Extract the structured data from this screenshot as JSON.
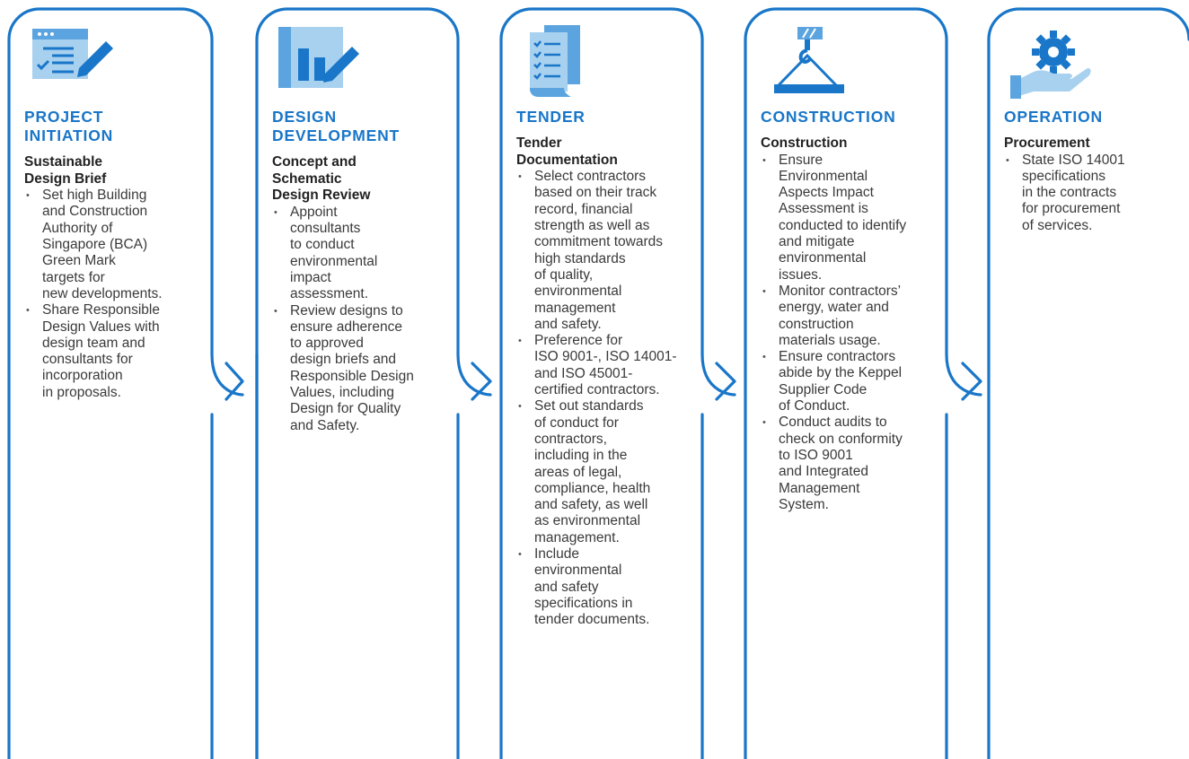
{
  "colors": {
    "accent": "#1976c8",
    "icon_light": "#a8d0ef",
    "icon_mid": "#5ba4df"
  },
  "stages": [
    {
      "title": "PROJECT\nINITIATION",
      "icon": "brief-pencil-icon",
      "subtitle": "Sustainable\nDesign Brief",
      "bullets": [
        "Set high Building\nand Construction\nAuthority of\nSingapore (BCA)\nGreen Mark\ntargets for\nnew developments.",
        "Share Responsible\nDesign Values with\ndesign team and\nconsultants for\nincorporation\nin proposals."
      ]
    },
    {
      "title": "DESIGN\nDEVELOPMENT",
      "icon": "bar-chart-pencil-icon",
      "subtitle": "Concept and\nSchematic\nDesign Review",
      "bullets": [
        "Appoint\nconsultants\nto conduct\nenvironmental\nimpact\nassessment.",
        "Review designs to\nensure adherence\nto approved\ndesign briefs and\nResponsible Design\nValues, including\nDesign for Quality\nand Safety."
      ]
    },
    {
      "title": "TENDER",
      "icon": "checklist-document-icon",
      "subtitle": "Tender\nDocumentation",
      "bullets": [
        "Select contractors\nbased on their track\nrecord, financial\nstrength as well as\ncommitment towards\nhigh standards\nof quality,\nenvironmental\nmanagement\nand safety.",
        "Preference for\nISO 9001-, ISO 14001-\nand ISO 45001-\ncertified contractors.",
        "Set out standards\nof conduct for\ncontractors,\nincluding in the\nareas of legal,\ncompliance, health\nand safety, as well\nas environmental\nmanagement.",
        "Include\nenvironmental\nand safety\nspecifications in\ntender documents."
      ]
    },
    {
      "title": "CONSTRUCTION",
      "icon": "crane-hook-icon",
      "subtitle": "Construction",
      "bullets": [
        "Ensure\nEnvironmental\nAspects Impact\nAssessment is\nconducted to identify\nand mitigate\nenvironmental\nissues.",
        "Monitor contractors’\nenergy, water and\nconstruction\nmaterials usage.",
        "Ensure contractors\nabide by the Keppel\nSupplier Code\nof Conduct.",
        "Conduct audits to\ncheck on conformity\nto ISO 9001\nand Integrated\nManagement\nSystem."
      ]
    },
    {
      "title": "OPERATION",
      "icon": "hand-gear-icon",
      "subtitle": "Procurement",
      "bullets": [
        "State ISO 14001\nspecifications\nin the contracts\nfor procurement\nof services."
      ]
    }
  ],
  "arrows": [
    "arrow-right-icon",
    "arrow-right-icon",
    "arrow-right-icon",
    "arrow-right-icon"
  ]
}
